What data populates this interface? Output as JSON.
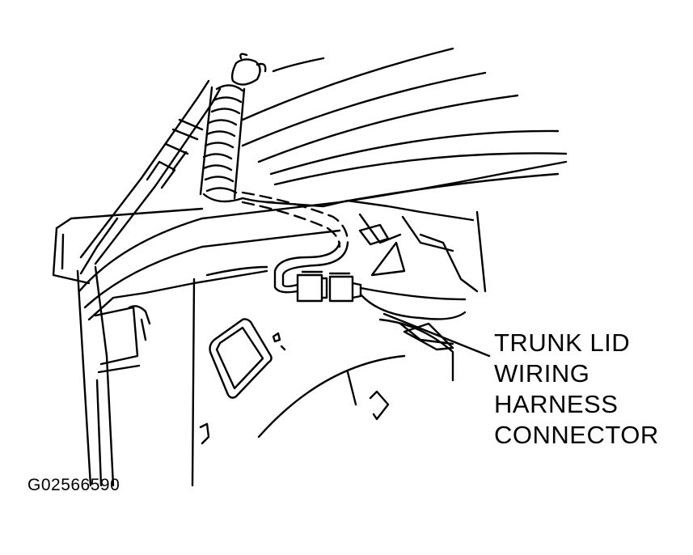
{
  "callout": {
    "lines": [
      "TRUNK LID",
      "WIRING",
      "HARNESS",
      "CONNECTOR"
    ]
  },
  "figure_id": "G02566590",
  "colors": {
    "ink": "#000000",
    "background": "#ffffff"
  }
}
